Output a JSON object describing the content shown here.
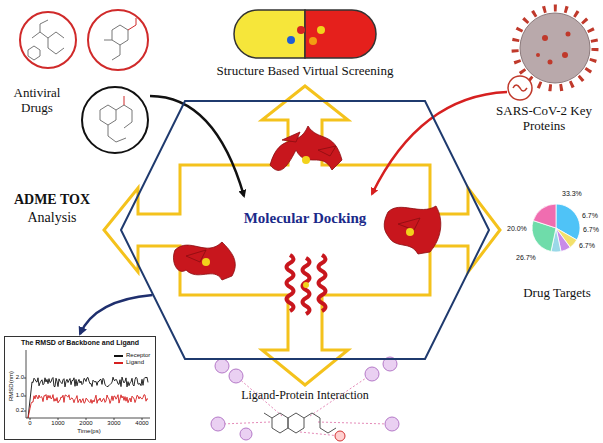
{
  "diagram": {
    "nodes": [
      {
        "text": [
          "Molecular Docking"
        ]
      },
      {
        "text": [
          "The RMSD of Backbone and Ligand"
        ]
      }
    ],
    "edges": [
      {
        "from": 0,
        "to": 1,
        "arrow": "to"
      }
    ],
    "labels": [
      "Structure Based Virtual Screening",
      "Antiviral Drugs",
      "SARS-CoV-2 Key Proteins",
      "ADME TOX",
      "Analysis",
      "Drug Targets",
      "Ligand-Protein Interaction",
      "33.3%",
      "20.0%",
      "26.7%",
      "6.7%",
      "6.7%",
      "6.7%",
      "RMSD(nm)",
      "0.2",
      "1.0",
      "2.0",
      "0",
      "1000",
      "2000",
      "3000",
      "4000",
      "Time(ps)"
    ],
    "legend": [
      {
        "text": "Receptor"
      },
      {
        "text": "Ligand"
      }
    ]
  }
}
